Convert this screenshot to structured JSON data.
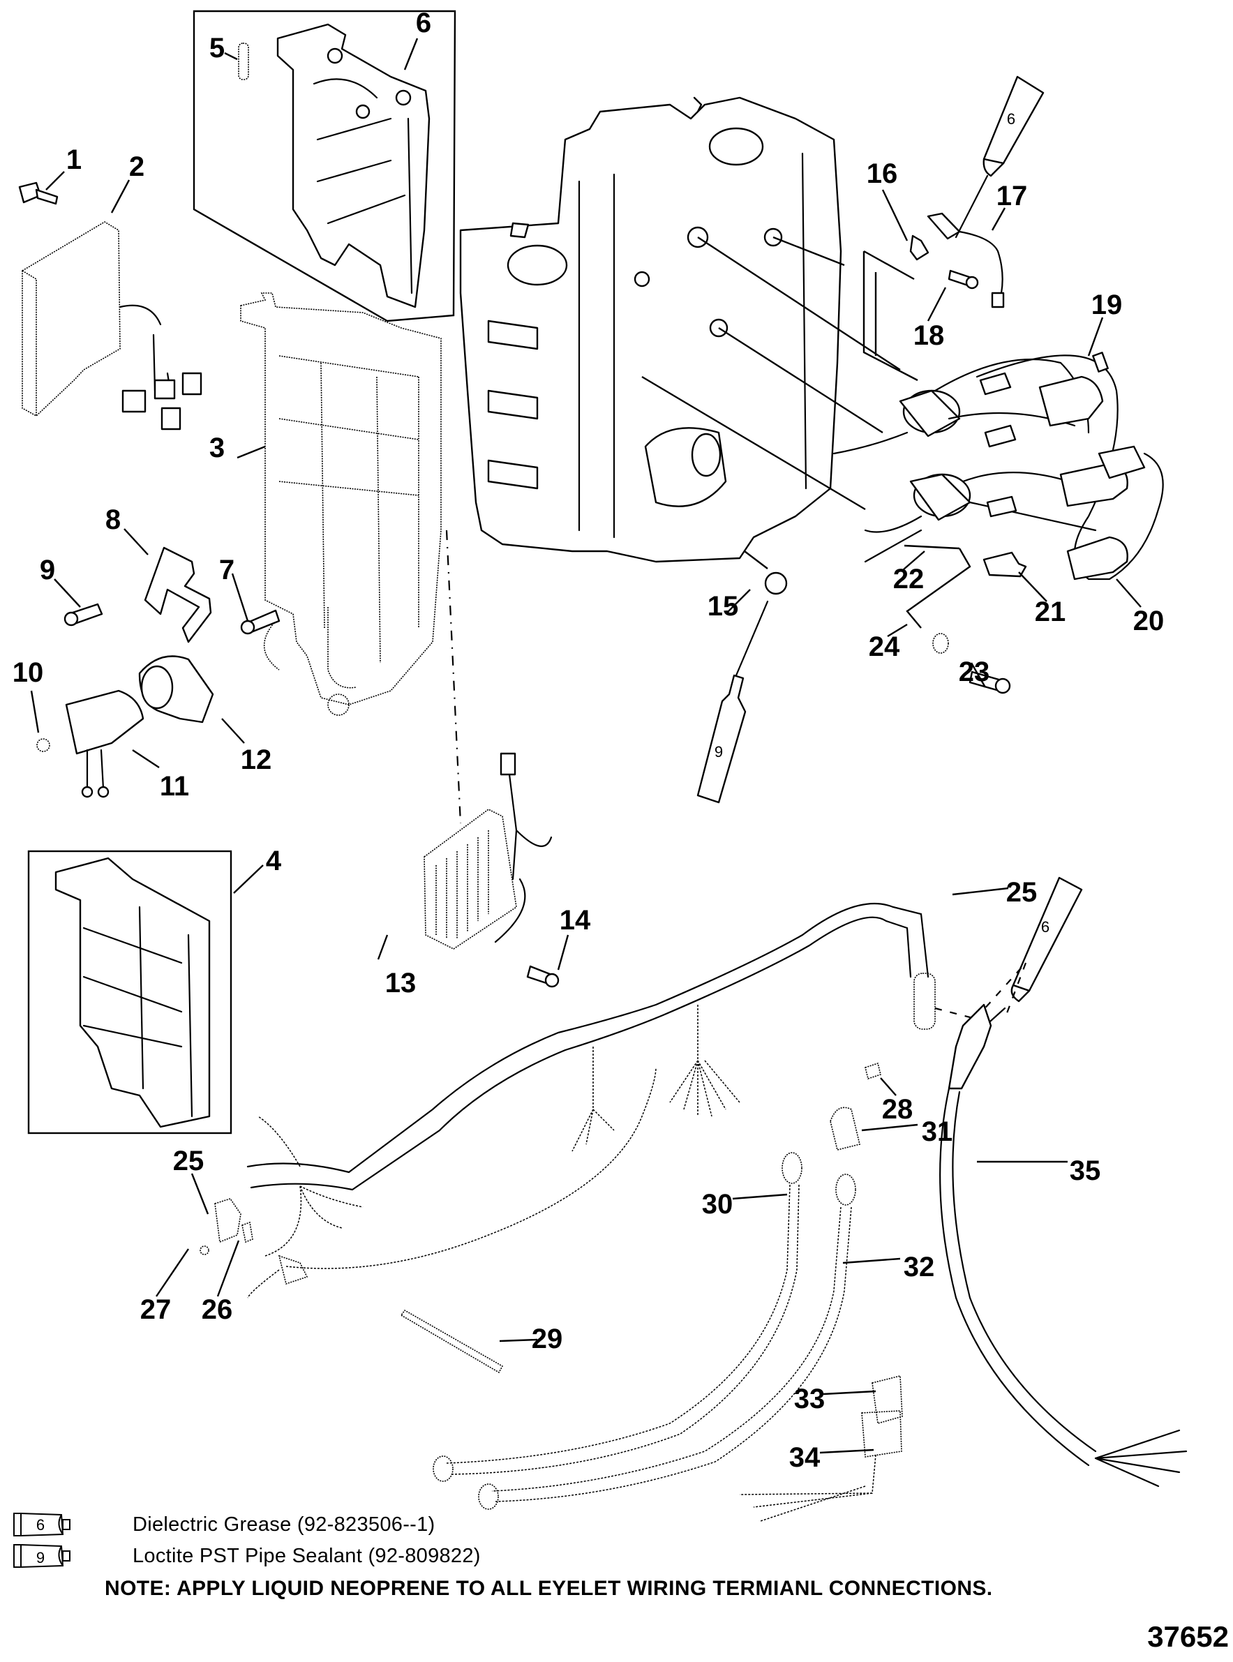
{
  "document": {
    "type": "Exploded parts diagram",
    "figure_number": "37652",
    "note": "NOTE:  APPLY LIQUID NEOPRENE TO ALL EYELET WIRING TERMIANL CONNECTIONS."
  },
  "callouts": [
    {
      "id": "c1",
      "label": "1"
    },
    {
      "id": "c2",
      "label": "2"
    },
    {
      "id": "c3",
      "label": "3"
    },
    {
      "id": "c4",
      "label": "4"
    },
    {
      "id": "c5",
      "label": "5"
    },
    {
      "id": "c6",
      "label": "6"
    },
    {
      "id": "c7",
      "label": "7"
    },
    {
      "id": "c8",
      "label": "8"
    },
    {
      "id": "c9",
      "label": "9"
    },
    {
      "id": "c10",
      "label": "10"
    },
    {
      "id": "c11",
      "label": "11"
    },
    {
      "id": "c12",
      "label": "12"
    },
    {
      "id": "c13",
      "label": "13"
    },
    {
      "id": "c14",
      "label": "14"
    },
    {
      "id": "c15",
      "label": "15"
    },
    {
      "id": "c16",
      "label": "16"
    },
    {
      "id": "c17",
      "label": "17"
    },
    {
      "id": "c18",
      "label": "18"
    },
    {
      "id": "c19",
      "label": "19"
    },
    {
      "id": "c20",
      "label": "20"
    },
    {
      "id": "c21",
      "label": "21"
    },
    {
      "id": "c22",
      "label": "22"
    },
    {
      "id": "c23",
      "label": "23"
    },
    {
      "id": "c24",
      "label": "24"
    },
    {
      "id": "c25a",
      "label": "25"
    },
    {
      "id": "c25b",
      "label": "25"
    },
    {
      "id": "c26",
      "label": "26"
    },
    {
      "id": "c27",
      "label": "27"
    },
    {
      "id": "c28",
      "label": "28"
    },
    {
      "id": "c29",
      "label": "29"
    },
    {
      "id": "c30",
      "label": "30"
    },
    {
      "id": "c31",
      "label": "31"
    },
    {
      "id": "c32",
      "label": "32"
    },
    {
      "id": "c33",
      "label": "33"
    },
    {
      "id": "c34",
      "label": "34"
    },
    {
      "id": "c35",
      "label": "35"
    }
  ],
  "sealant_tubes": [
    {
      "id": "tube-top",
      "number": "6"
    },
    {
      "id": "tube-mid",
      "number": "9"
    },
    {
      "id": "tube-harness",
      "number": "6"
    }
  ],
  "legend": [
    {
      "number": "6",
      "text": "Dielectric Grease (92-823506--1)"
    },
    {
      "number": "9",
      "text": "Loctite PST Pipe Sealant (92-809822)"
    }
  ]
}
